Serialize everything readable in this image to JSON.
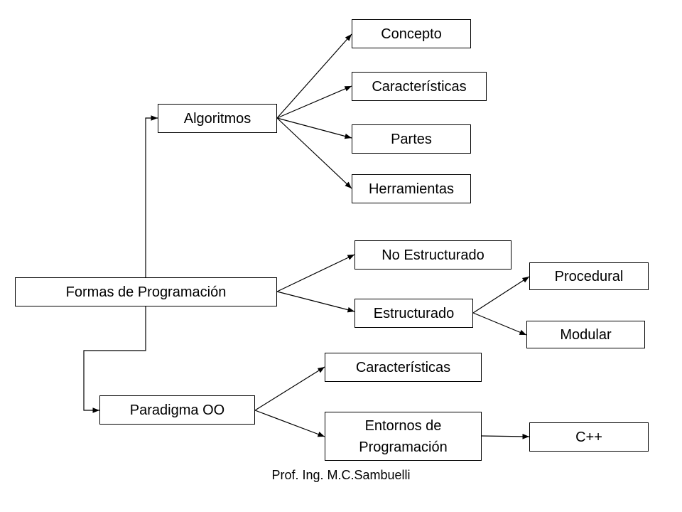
{
  "nodes": {
    "formas": "Formas de Programación",
    "algoritmos": "Algoritmos",
    "concepto": "Concepto",
    "caracteristicas1": "Características",
    "partes": "Partes",
    "herramientas": "Herramientas",
    "no_estructurado": "No Estructurado",
    "estructurado": "Estructurado",
    "procedural": "Procedural",
    "modular": "Modular",
    "paradigma": "Paradigma OO",
    "caracteristicas2": "Características",
    "entornos": "Entornos de Programación",
    "cpp": "C++"
  },
  "footer": "Prof. Ing. M.C.Sambuelli"
}
